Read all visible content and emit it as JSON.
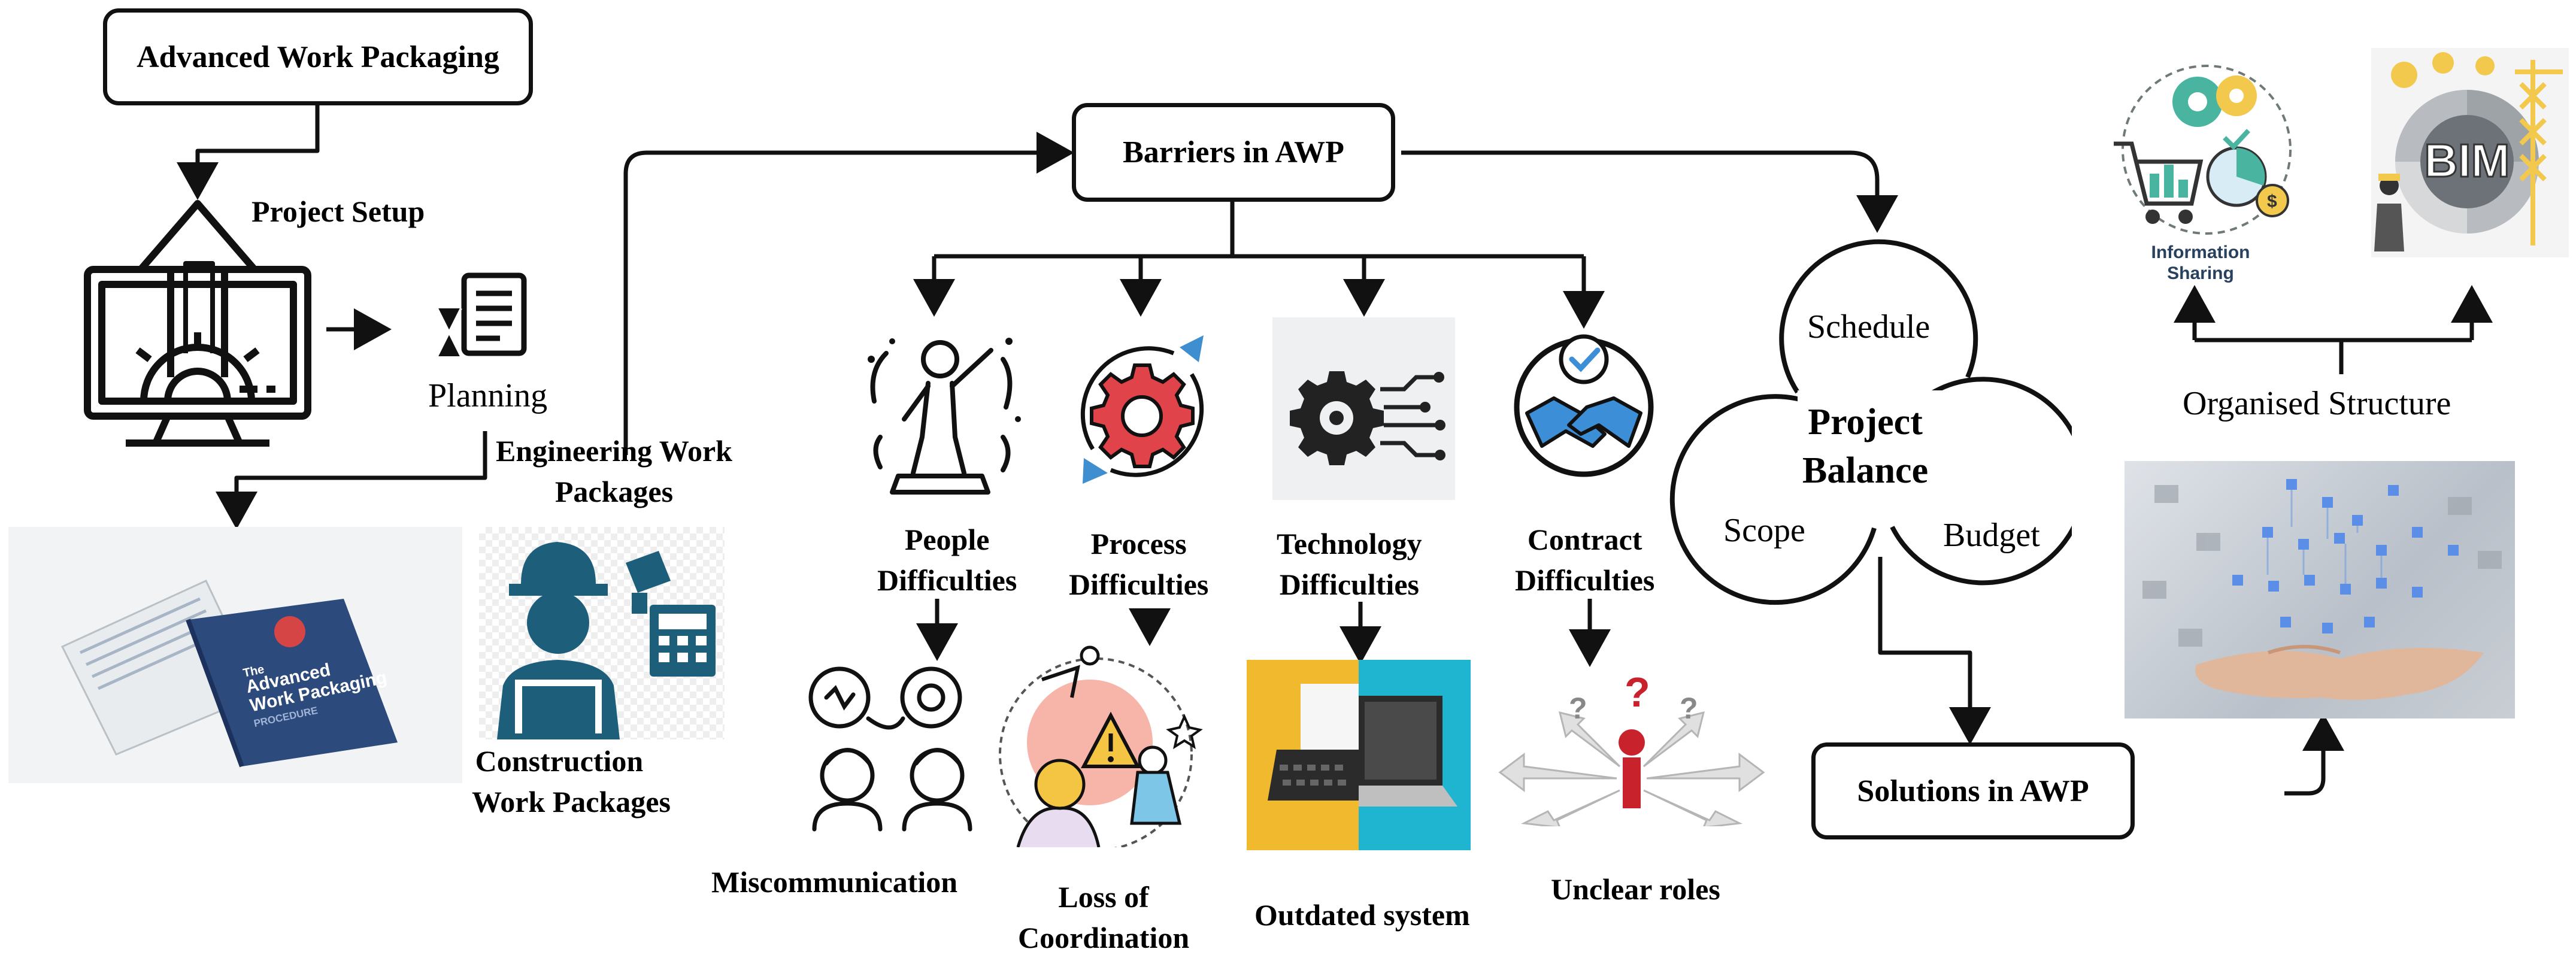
{
  "boxes": {
    "awp": "Advanced Work Packaging",
    "barriers": "Barriers in AWP",
    "solutions": "Solutions in AWP"
  },
  "setup": {
    "project_setup": "Project Setup",
    "planning": "Planning",
    "engineering_line1": "Engineering Work",
    "engineering_line2": "Packages",
    "construction_line1": "Construction",
    "construction_line2": "Work Packages",
    "book_title_line1": "The",
    "book_title_line2": "Advanced",
    "book_title_line3": "Work Packaging",
    "book_subtitle": "PROCEDURE"
  },
  "difficulties": {
    "people_line1": "People",
    "people_line2": "Difficulties",
    "process_line1": "Process",
    "process_line2": "Difficulties",
    "technology_line1": "Technology",
    "technology_line2": "Difficulties",
    "contract_line1": "Contract",
    "contract_line2": "Difficulties"
  },
  "outcomes": {
    "miscommunication": "Miscommunication",
    "coordination_line1": "Loss of",
    "coordination_line2": "Coordination",
    "outdated": "Outdated system",
    "unclear": "Unclear roles"
  },
  "balance": {
    "schedule": "Schedule",
    "title_line1": "Project",
    "title_line2": "Balance",
    "scope": "Scope",
    "budget": "Budget"
  },
  "solutions": {
    "organised": "Organised Structure",
    "info_line1": "Information",
    "info_line2": "Sharing",
    "bim": "BIM"
  },
  "colors": {
    "line": "#111111",
    "teal": "#1d5f7a",
    "book_blue": "#2d4a7c",
    "gear_red": "#e0434a",
    "circuit_blue": "#3c8fd6",
    "yellow": "#f0b92e",
    "cyan": "#1fb4cf"
  }
}
